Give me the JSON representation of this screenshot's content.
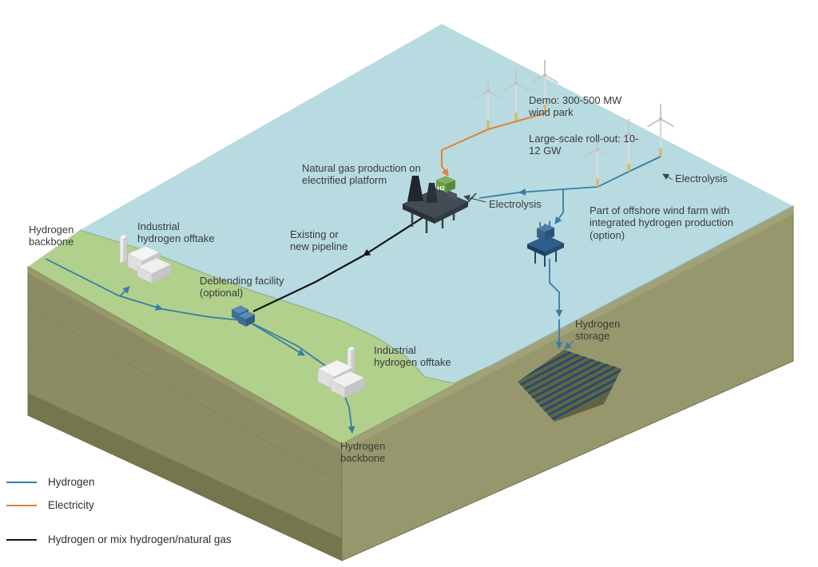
{
  "colors": {
    "hydrogen_line": "#3a7ca5",
    "electricity_line": "#e87d33",
    "mix_line": "#141414",
    "sea": "#b7dbe1",
    "land": "#b0d08c",
    "cliff_left": "#8c8c64",
    "cliff_right": "#97976e",
    "storage_hatch": "#1d4a70",
    "h2_module_green": "#7cb45a"
  },
  "labels": {
    "demo_windpark": "Demo: 300-500 MW wind park",
    "large_scale": "Large-scale roll-out: 10-12 GW",
    "electrolysis_right": "Electrolysis",
    "electrolysis_mid": "Electrolysis",
    "natural_gas_platform": "Natural gas production on electrified platform",
    "offshore_wind_option": "Part of offshore wind farm with integrated hydrogen production (option)",
    "existing_pipeline": "Existing or new pipeline",
    "hydrogen_backbone_top": "Hydrogen backbone",
    "industrial_offtake_1": "Industrial hydrogen offtake",
    "deblending_facility": "Deblending facility (optional)",
    "industrial_offtake_2": "Industrial hydrogen offtake",
    "hydrogen_storage": "Hydrogen storage",
    "hydrogen_backbone_bottom": "Hydrogen backbone",
    "h2_module": "H2"
  },
  "legend": {
    "items": [
      {
        "label": "Hydrogen",
        "color": "#3a7ca5"
      },
      {
        "label": "Electricity",
        "color": "#e87d33"
      },
      {
        "label": "Hydrogen or mix hydrogen/natural gas",
        "color": "#141414"
      }
    ]
  }
}
